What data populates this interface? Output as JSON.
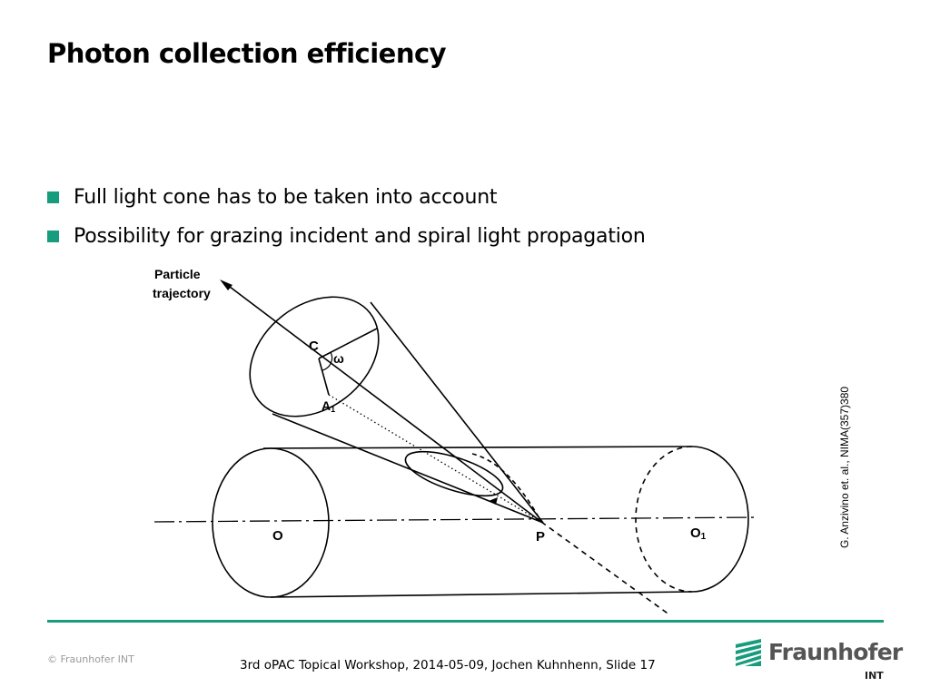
{
  "slide": {
    "title": "Photon collection efficiency",
    "bullets": [
      "Full light cone has to be taken into account",
      "Possibility for grazing incident and spiral light propagation"
    ],
    "accent_color": "#179c7d"
  },
  "figure": {
    "labels": {
      "particle": "Particle",
      "trajectory": "trajectory",
      "c": "C",
      "omega": "ω",
      "a1": "A",
      "a1_sub": "1",
      "o": "O",
      "p": "P",
      "o1": "O",
      "o1_sub": "1"
    },
    "citation": "G. Anzivino et. al., NIMA(357)380"
  },
  "footer": {
    "copyright": "© Fraunhofer INT",
    "text": "3rd oPAC Topical Workshop, 2014-05-09, Jochen Kuhnhenn, Slide 17",
    "logo_name": "Fraunhofer",
    "logo_unit": "INT",
    "logo_icon": "fraunhofer-stripes-logo"
  }
}
